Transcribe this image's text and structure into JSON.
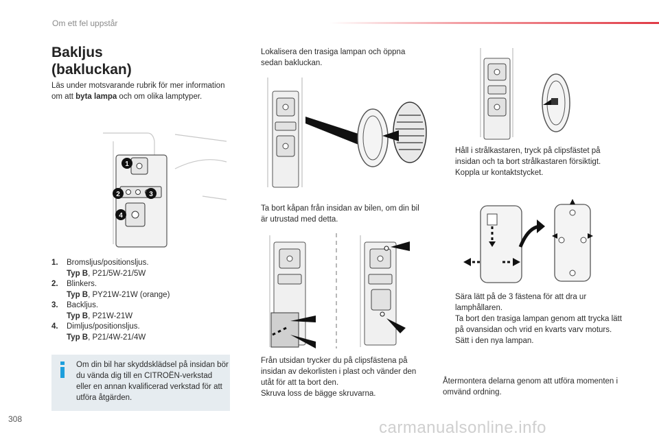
{
  "header": {
    "title": "Om ett fel uppstår"
  },
  "section": {
    "title_line1": "Bakljus",
    "title_line2": "(bakluckan)",
    "intro_pre": "Läs under motsvarande rubrik för mer information om att ",
    "intro_bold": "byta lampa",
    "intro_post": " och om olika lamptyper."
  },
  "diagram_callouts": [
    "1",
    "2",
    "3",
    "4"
  ],
  "legend": [
    {
      "num": "1.",
      "name": "Bromsljus/positionsljus.",
      "type_label": "Typ B",
      "type_value": ", P21/5W-21/5W"
    },
    {
      "num": "2.",
      "name": "Blinkers.",
      "type_label": "Typ B",
      "type_value": ", PY21W-21W (orange)"
    },
    {
      "num": "3.",
      "name": "Backljus.",
      "type_label": "Typ B",
      "type_value": ", P21W-21W"
    },
    {
      "num": "4.",
      "name": "Dimljus/positionsljus.",
      "type_label": "Typ B",
      "type_value": ", P21/4W-21/4W"
    }
  ],
  "note": {
    "icon": "info-icon",
    "text": "Om din bil har skyddsklädsel på insidan bör du vända dig till en CITROËN-verkstad eller en annan kvalificerad verkstad för att utföra åtgärden."
  },
  "bullet_mark": "",
  "steps": {
    "step1": [
      "Lokalisera den trasiga lampan och öppna sedan bakluckan."
    ],
    "step2": [
      "Ta bort kåpan från insidan av bilen, om din bil är utrustad med detta."
    ],
    "step3": [
      "Från utsidan trycker du på clipsfästena på insidan av dekorlisten i plast och vänder den utåt för att ta bort den.",
      "Skruva loss de bägge skruvarna."
    ],
    "step4": [
      "Håll i strålkastaren, tryck på clipsfästet på insidan och ta bort strålkastaren försiktigt.",
      "Koppla ur kontaktstycket."
    ],
    "step5": [
      "Sära lätt på de 3 fästena för att dra ur lamphållaren.",
      "Ta bort den trasiga lampan genom att trycka lätt på ovansidan och vrid en kvarts varv moturs.",
      "Sätt i den nya lampan."
    ]
  },
  "closing": "Återmontera delarna genom att utföra momenten i omvänd ordning.",
  "page_number": "308",
  "watermark": "carmanualsonline.info",
  "colors": {
    "accent_red": "#e03a45",
    "info_blue": "#1e9fdc",
    "note_bg": "#e6ecf0"
  }
}
